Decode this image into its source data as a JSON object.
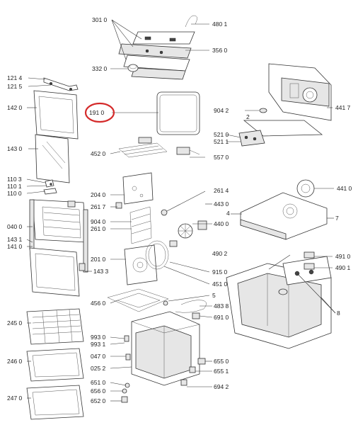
{
  "labels": {
    "l3010": "301 0",
    "l4801": "480 1",
    "l3560": "356 0",
    "l3320": "332 0",
    "l1214": "121 4",
    "l1215": "121 5",
    "l1420": "142 0",
    "l1910": "191 0",
    "l9042": "904 2",
    "l4417": "441 7",
    "l2a": "2",
    "l5210": "521 0",
    "l5211": "521 1",
    "l1430": "143 0",
    "l4520": "452 0",
    "l5570": "557 0",
    "l1103": "110 3",
    "l1101": "110 1",
    "l1100": "110 0",
    "l2040": "204 0",
    "l2614": "261 4",
    "l4410": "441 0",
    "l2617": "261 7",
    "l4430": "443 0",
    "l4": "4",
    "l7": "7",
    "l0400": "040 0",
    "l9040": "904 0",
    "l2610": "261 0",
    "l4400": "440 0",
    "l1431": "143 1",
    "l1410": "141 0",
    "l2010": "201 0",
    "l4902": "490 2",
    "l4910": "491 0",
    "l4901": "490 1",
    "l1433": "143 3",
    "l9150": "915 0",
    "l4510": "451 0",
    "l5": "5",
    "l4560": "456 0",
    "l4838": "483 8",
    "l2450": "245 0",
    "l6910": "691 0",
    "l8": "8",
    "l9930": "993 0",
    "l9931": "993 1",
    "l0470": "047 0",
    "l2460": "246 0",
    "l6550": "655 0",
    "l0252": "025 2",
    "l6551": "655 1",
    "l6510": "651 0",
    "l6560": "656 0",
    "l6942": "694 2",
    "l2470": "247 0",
    "l6520": "652 0"
  },
  "highlight": {
    "color": "#d42a2a",
    "target": "191 0"
  }
}
